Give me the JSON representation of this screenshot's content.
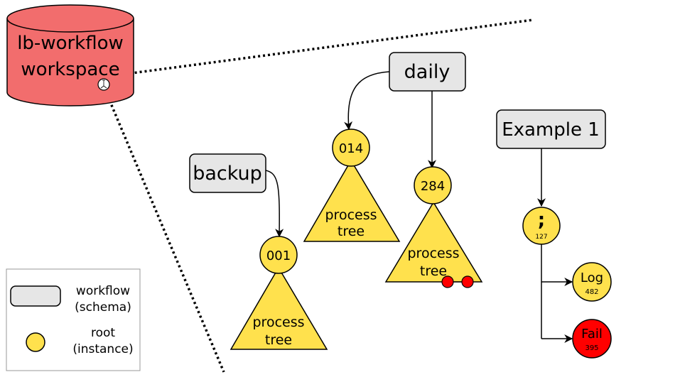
{
  "workspace": {
    "line1": "lb-workflow",
    "line2": "workspace",
    "fill": "#f26d6d"
  },
  "workflows": [
    {
      "key": "daily",
      "label": "daily"
    },
    {
      "key": "backup",
      "label": "backup"
    },
    {
      "key": "example",
      "label": "Example 1"
    }
  ],
  "instances": [
    {
      "key": "n014",
      "label": "014"
    },
    {
      "key": "n284",
      "label": "284"
    },
    {
      "key": "n001",
      "label": "001"
    }
  ],
  "trees": [
    {
      "key": "t014",
      "line1": "process",
      "line2": "tree"
    },
    {
      "key": "t284",
      "line1": "process",
      "line2": "tree"
    },
    {
      "key": "t001",
      "line1": "process",
      "line2": "tree"
    }
  ],
  "example_nodes": {
    "seq": {
      "label": ";",
      "id": "127"
    },
    "log": {
      "label": "Log",
      "id": "482"
    },
    "fail": {
      "label": "Fail",
      "id": "395"
    }
  },
  "legend": {
    "workflow_line1": "workflow",
    "workflow_line2": "(schema)",
    "root_line1": "root",
    "root_line2": "(instance)"
  },
  "colors": {
    "workflow_box": "#e6e6e6",
    "root_fill": "#ffe14d",
    "tree_fill": "#ffe14d",
    "fail_fill": "#ff0000",
    "dot_fill": "#ff0000"
  }
}
